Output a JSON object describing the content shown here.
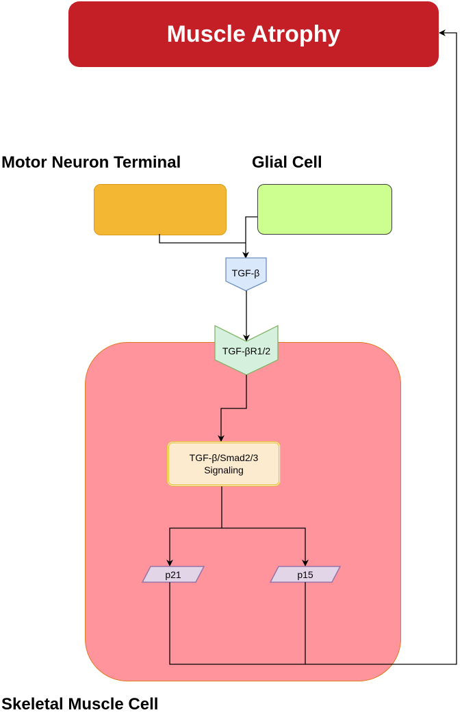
{
  "diagram": {
    "title": "Muscle Atrophy",
    "labels": {
      "motor_neuron": "Motor Neuron Terminal",
      "glial_cell": "Glial Cell",
      "skeletal_muscle_cell": "Skeletal Muscle Cell"
    },
    "nodes": {
      "ligand": "TGF-β",
      "receptor": "TGF-βR1/2",
      "signaling_line1": "TGF-β/Smad2/3",
      "signaling_line2": "Signaling",
      "p21": "p21",
      "p15": "p15"
    },
    "edges": [
      {
        "from": "Motor Neuron Terminal",
        "to": "TGF-β"
      },
      {
        "from": "Glial Cell",
        "to": "TGF-β"
      },
      {
        "from": "TGF-β",
        "to": "TGF-βR1/2"
      },
      {
        "from": "TGF-βR1/2",
        "to": "TGF-β/Smad2/3 Signaling"
      },
      {
        "from": "TGF-β/Smad2/3 Signaling",
        "to": "p21"
      },
      {
        "from": "TGF-β/Smad2/3 Signaling",
        "to": "p15"
      },
      {
        "from": "p21",
        "to": "Muscle Atrophy"
      },
      {
        "from": "p15",
        "to": "Muscle Atrophy"
      }
    ],
    "colors": {
      "title_fill": "#c41e26",
      "motor_neuron_fill": "#f4b733",
      "glial_cell_fill": "#ccff90",
      "muscle_cell_fill": "#ff949c",
      "ligand_fill": "#dae8fc",
      "receptor_fill": "#d5f0dc",
      "signaling_fill": "#fdebd0",
      "p_fill": "#e1d5e7"
    }
  }
}
